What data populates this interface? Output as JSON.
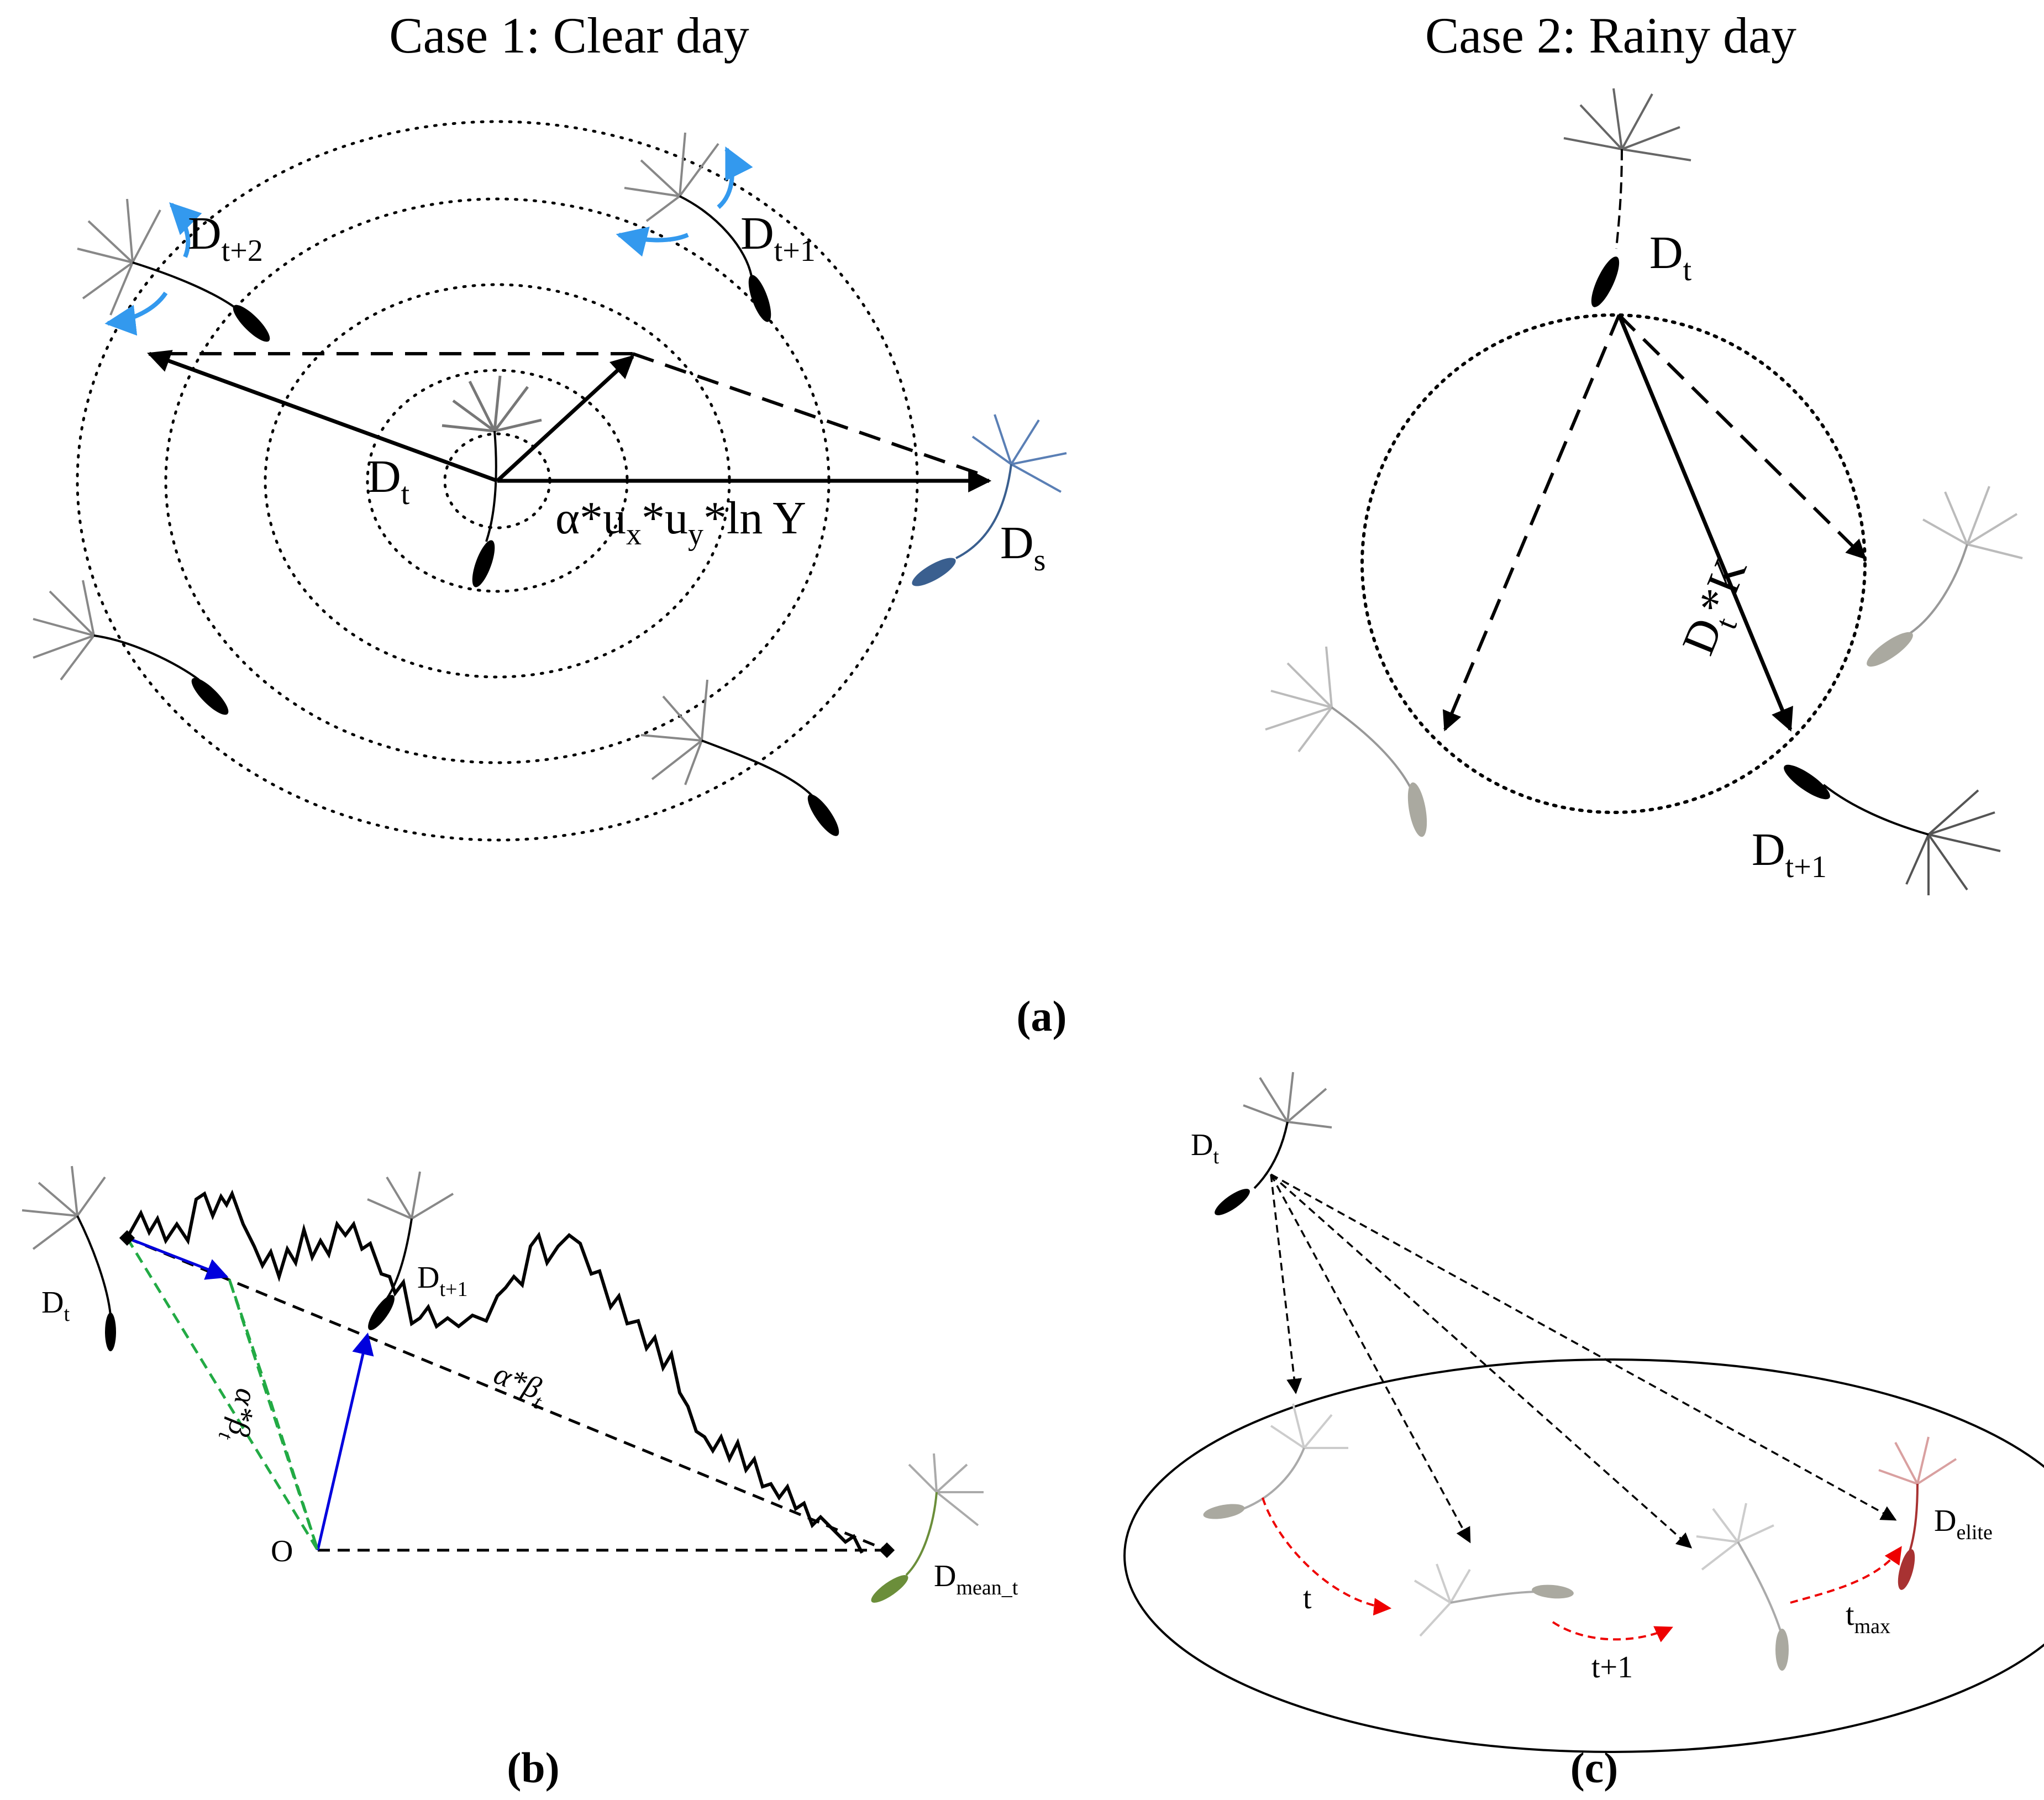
{
  "panel_a": {
    "case1_title": "Case 1: Clear day",
    "case2_title": "Case 2: Rainy day",
    "case1_labels": {
      "dt2_main": "D",
      "dt2_sub": "t+2",
      "dt1_main": "D",
      "dt1_sub": "t+1",
      "dt_main": "D",
      "dt_sub": "t",
      "ds_main": "D",
      "ds_sub": "s",
      "eq_a": "α*u",
      "eq_x": "x",
      "eq_b": "*u",
      "eq_y": "y",
      "eq_c": "*ln Y"
    },
    "case2_labels": {
      "dt_main": "D",
      "dt_sub": "t",
      "dtk_main": "D",
      "dtk_sub": "t",
      "dtk_rest": "*K",
      "dt1_main": "D",
      "dt1_sub": "t+1"
    },
    "caption": "(a)"
  },
  "panel_b": {
    "dt_main": "D",
    "dt_sub": "t",
    "dt1_main": "D",
    "dt1_sub": "t+1",
    "dmean_main": "D",
    "dmean_sub": "mean_t",
    "origin": "O",
    "alpha_beta_a": "α*β",
    "alpha_beta_sub": "t",
    "caption": "(b)"
  },
  "panel_c": {
    "dt_main": "D",
    "dt_sub": "t",
    "delite_main": "D",
    "delite_sub": "elite",
    "step_t": "t",
    "step_t1": "t+1",
    "step_tmax_main": "t",
    "step_tmax_sub": "max",
    "caption": "(c)"
  },
  "colors": {
    "blue_arrow": "#3399ee",
    "seed_blue": "#3a5f8f",
    "seed_green": "#6b8e3a",
    "seed_red": "#a83232",
    "red_path": "#ee0000",
    "green_dashed": "#22aa44",
    "vector_blue": "#0000dd"
  }
}
